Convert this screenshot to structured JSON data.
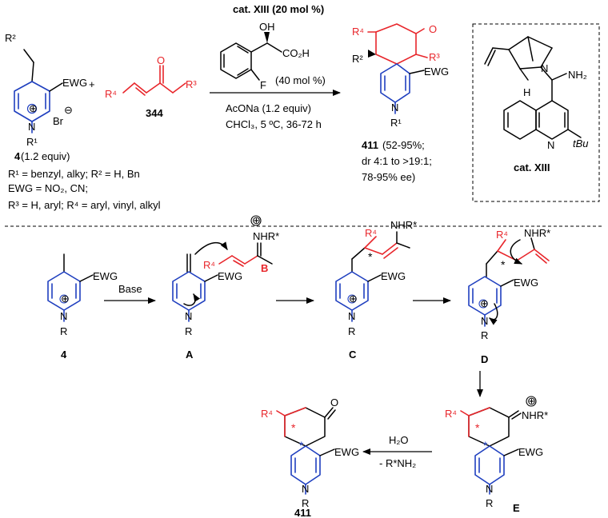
{
  "colors": {
    "blue": "#1f3fbf",
    "red": "#e8262b",
    "black": "#000000"
  },
  "top": {
    "reactant1": {
      "r2": "R²",
      "ewg": "EWG",
      "br": "Br",
      "minus": "⊖",
      "r1": "R¹",
      "plus": "⊕",
      "n": "N",
      "label_num": "4",
      "label_rest": " (1.2 equiv)"
    },
    "plus_sign": "+",
    "reactant2": {
      "r4": "R⁴",
      "o": "O",
      "r3": "R³",
      "label": "344"
    },
    "catalyst_line": "cat. XIII (20 mol %)",
    "acid": {
      "oh": "OH",
      "co2h": "CO₂H",
      "f": "F",
      "amount": "(40 mol %)"
    },
    "base_line": "AcONa (1.2 equiv)",
    "cond_line": "CHCl₃, 5 ºC, 36-72 h",
    "product": {
      "r4": "R⁴",
      "o": "O",
      "r2": "R²",
      "r3": "R³",
      "ewg": "EWG",
      "n": "N",
      "r1": "R¹",
      "yield_num": "411",
      "yield_rest": " (52-95%;",
      "dr": "dr 4:1 to >19:1;",
      "ee": "78-95% ee)"
    },
    "cat_box": {
      "n": "N",
      "h": "H",
      "nh2": "NH₂",
      "n2": "N",
      "tbu": "tBu",
      "label": "cat. XIII"
    },
    "notes": [
      "R¹ = benzyl, alky; R² = H, Bn",
      "EWG = NO₂, CN;",
      "R³ = H, aryl; R⁴ = aryl, vinyl, alkyl"
    ]
  },
  "mechanism": {
    "base_label": "Base",
    "sp4": {
      "ewg": "EWG",
      "plus": "⊕",
      "n": "N",
      "r": "R",
      "label": "4"
    },
    "spA": {
      "ewg": "EWG",
      "n": "N",
      "r": "R",
      "label": "A"
    },
    "spB": {
      "plus": "⊕",
      "nhr": "NHR*",
      "r4": "R⁴",
      "label": "B"
    },
    "spC": {
      "r4": "R⁴",
      "star": "*",
      "nhr": "NHR*",
      "ewg": "EWG",
      "plus": "⊕",
      "n": "N",
      "r": "R",
      "label": "C"
    },
    "spD": {
      "r4": "R⁴",
      "star": "*",
      "nhr": "NHR*",
      "ewg": "EWG",
      "plus": "⊕",
      "n": "N",
      "r": "R",
      "label": "D"
    },
    "spE": {
      "plus": "⊕",
      "nhr": "NHR*",
      "r4": "R⁴",
      "star_red": "*",
      "star_blue": "*",
      "ewg": "EWG",
      "n": "N",
      "r": "R",
      "label": "E"
    },
    "water": "H₂O",
    "loss": "- R*NH₂",
    "sp411": {
      "r4": "R⁴",
      "o": "O",
      "star_red": "*",
      "star_blue": "*",
      "ewg": "EWG",
      "n": "N",
      "r": "R",
      "label": "411"
    }
  }
}
